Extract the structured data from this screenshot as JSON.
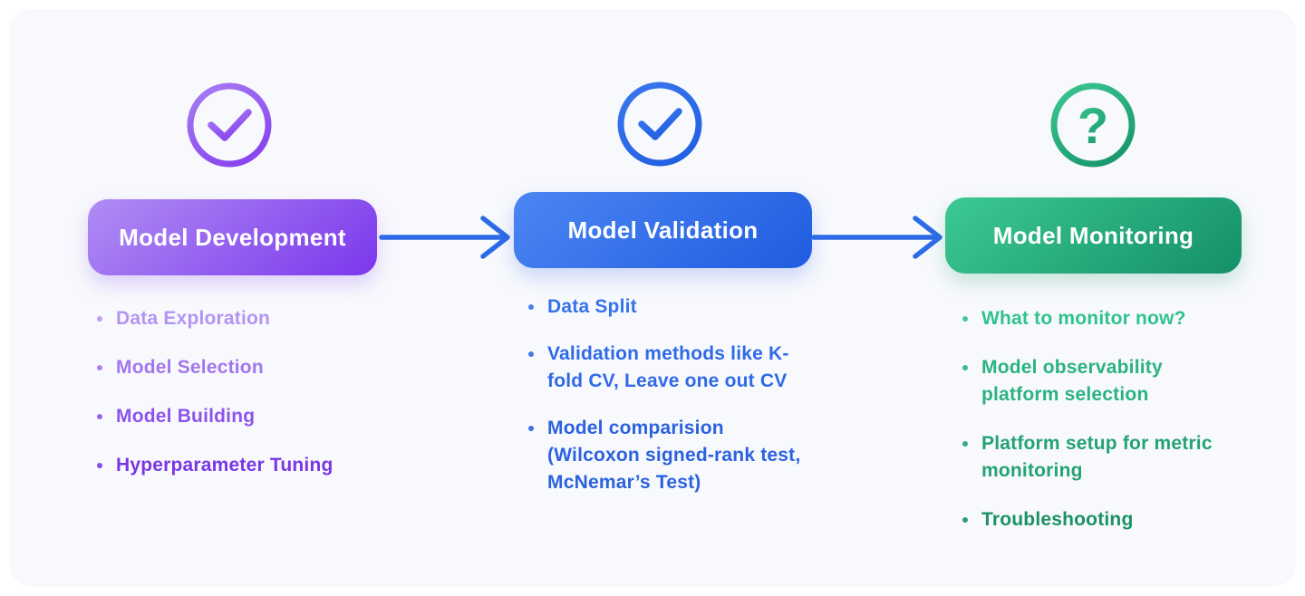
{
  "page": {
    "background": "#ffffff",
    "panel_background": "#f8f9fd"
  },
  "arrow_color": "#2d6be6",
  "stages": [
    {
      "title": "Model Development",
      "icon": "check-circle-icon",
      "gradient": {
        "from": "#b08df4",
        "to": "#7b37ec"
      },
      "icon_gradient": {
        "from": "#a77ef2",
        "to": "#8a46ef"
      },
      "items": [
        {
          "text": "Data Exploration",
          "color": "#b494f2"
        },
        {
          "text": "Model Selection",
          "color": "#a276ef"
        },
        {
          "text": "Model Building",
          "color": "#8d54ec"
        },
        {
          "text": "Hyperparameter Tuning",
          "color": "#7a36e6"
        }
      ]
    },
    {
      "title": "Model Validation",
      "icon": "check-circle-icon",
      "gradient": {
        "from": "#4c86f3",
        "to": "#1f5ce0"
      },
      "icon_gradient": {
        "from": "#3b77ee",
        "to": "#2361e2"
      },
      "items": [
        {
          "text": "Data Split",
          "color": "#3473eb"
        },
        {
          "text": "Validation methods like K-\nfold CV, Leave one out CV",
          "color": "#2f6ae6"
        },
        {
          "text": "Model comparision\n(Wilcoxon signed-rank test,\nMcNemar’s Test)",
          "color": "#2b62de"
        }
      ]
    },
    {
      "title": "Model Monitoring",
      "icon": "question-circle-icon",
      "icon_glyph": "?",
      "gradient": {
        "from": "#3dc993",
        "to": "#149067"
      },
      "icon_gradient": {
        "from": "#3cc793",
        "to": "#1a9a6e"
      },
      "items": [
        {
          "text": "What to monitor now?",
          "color": "#2fc28d"
        },
        {
          "text": "Model observability\nplatform selection",
          "color": "#2ab380"
        },
        {
          "text": "Platform setup for metric\nmonitoring",
          "color": "#23a273"
        },
        {
          "text": "Troubleshooting",
          "color": "#1b9164"
        }
      ]
    }
  ]
}
